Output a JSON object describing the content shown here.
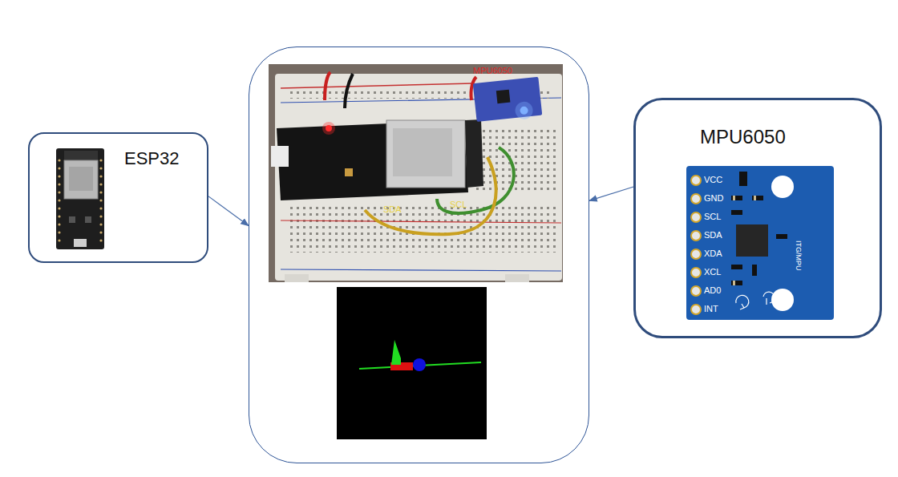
{
  "diagram": {
    "nodes": [
      {
        "text": [
          "ESP32"
        ]
      },
      {
        "text": [
          "MPU6050",
          "SDA",
          "SCL"
        ]
      },
      {
        "text": [
          "MPU6050"
        ]
      }
    ],
    "edges": [
      {
        "from": 0,
        "to": 1,
        "arrow": "to"
      },
      {
        "from": 2,
        "to": 1,
        "arrow": "to"
      }
    ],
    "labels": [
      "VCC",
      "GND",
      "SCL",
      "SDA",
      "XDA",
      "XCL",
      "AD0",
      "INT",
      "ITG/MPU"
    ]
  }
}
